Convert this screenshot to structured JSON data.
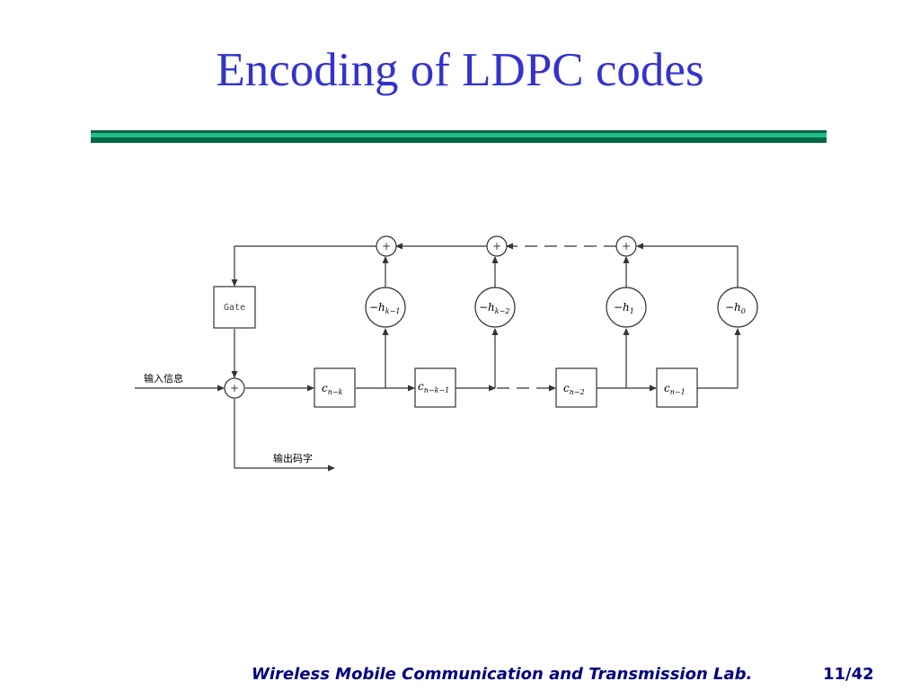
{
  "title": "Encoding of LDPC codes",
  "colors": {
    "title": "#3333cc",
    "rule_dark": "#006644",
    "rule_light": "#22bb88",
    "footer": "#000080",
    "line": "#333333"
  },
  "diagram": {
    "input_label": "输入信息",
    "output_label": "输出码字",
    "gate_label": "Gate",
    "adder_symbol": "+",
    "registers": [
      {
        "base": "c",
        "sub": "n−k"
      },
      {
        "base": "c",
        "sub": "n−k−1"
      },
      {
        "base": "c",
        "sub": "n−2"
      },
      {
        "base": "c",
        "sub": "n−1"
      }
    ],
    "multipliers": [
      {
        "prefix": "−h",
        "sub": "k−1"
      },
      {
        "prefix": "−h",
        "sub": "k−2"
      },
      {
        "prefix": "−h",
        "sub": "1"
      },
      {
        "prefix": "−h",
        "sub": "0"
      }
    ]
  },
  "footer": {
    "lab": "Wireless Mobile Communication and Transmission Lab.",
    "page": "11/42"
  }
}
